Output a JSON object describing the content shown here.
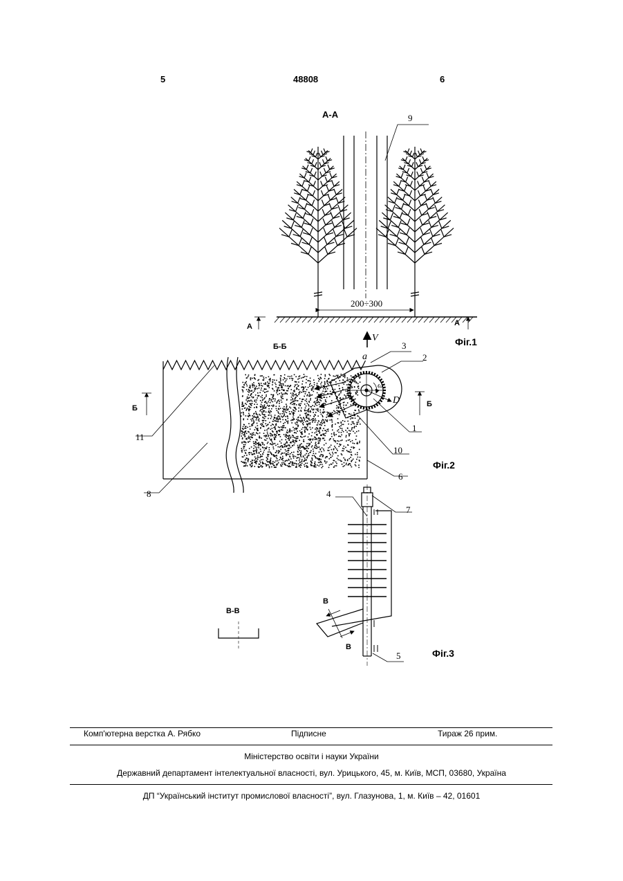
{
  "header": {
    "page_left": "5",
    "patent_number": "48808",
    "page_right": "6"
  },
  "fig1": {
    "section": "А-А",
    "callout_9": "9",
    "dimension": "200÷300",
    "section_mark_left": "А",
    "section_mark_right": "А",
    "velocity": "V",
    "caption": "Фіг.1"
  },
  "fig2": {
    "section": "Б-Б",
    "mark_left": "Б",
    "mark_right": "Б",
    "alpha": "a",
    "omega": "ω",
    "diameter": "D",
    "callouts": {
      "c3": "3",
      "c2": "2",
      "c1": "1",
      "c10": "10",
      "c6": "6",
      "c11": "11",
      "c8": "8"
    },
    "caption": "Фіг.2"
  },
  "fig3": {
    "callouts": {
      "c4": "4",
      "c7": "7",
      "c5": "5"
    },
    "mark_top": "В",
    "mark_bottom": "В",
    "section": "В-В",
    "caption": "Фіг.3"
  },
  "footer": {
    "layout_credit": "Комп'ютерна верстка А. Рябко",
    "subscription": "Підписне",
    "circulation": "Тираж 26 прим.",
    "ministry": "Міністерство освіти і науки України",
    "department": "Державний департамент інтелектуальної власності, вул. Урицького, 45, м. Київ, МСП, 03680, Україна",
    "institute": "ДП “Український інститут промислової власності”, вул. Глазунова, 1, м. Київ – 42, 01601"
  }
}
